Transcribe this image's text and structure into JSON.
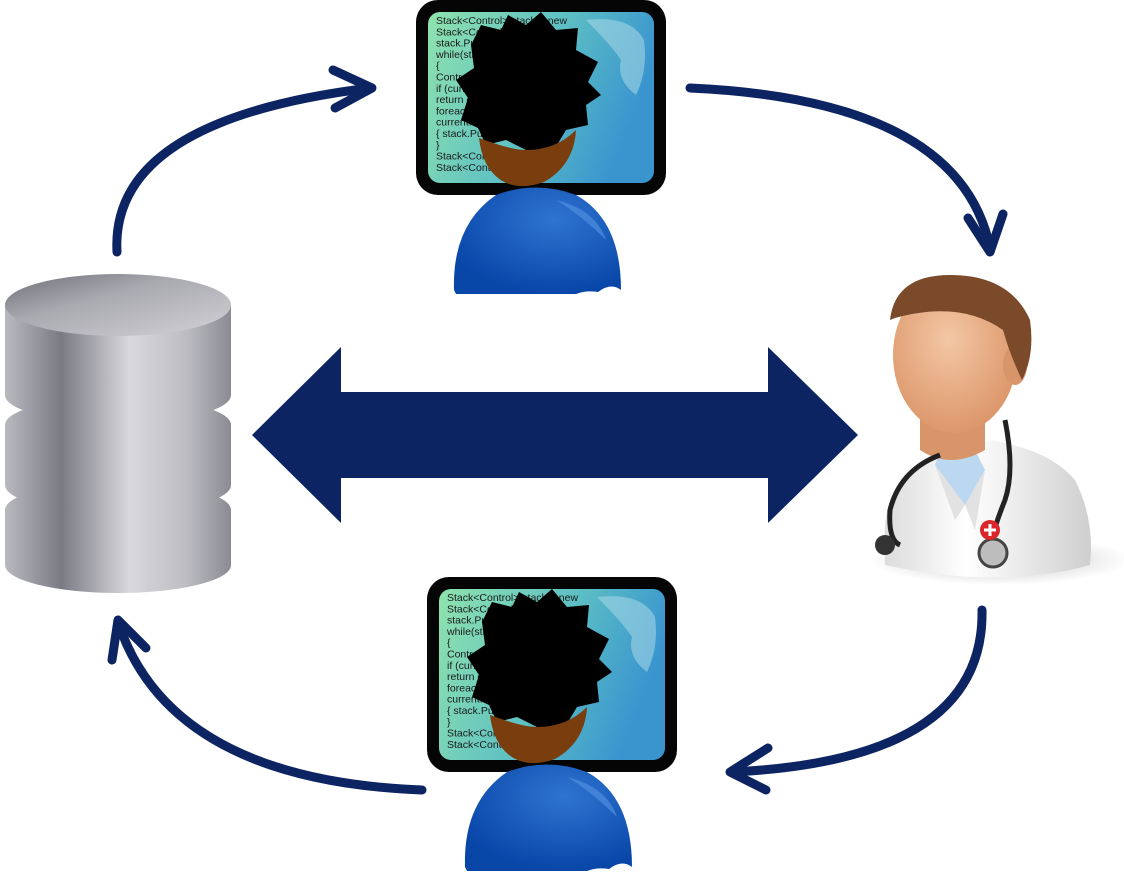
{
  "colors": {
    "arrow": "#0c2462",
    "monitor_frame": "#050505",
    "screen_green": "#86dfa8",
    "screen_blue": "#3f9ad0",
    "shirt": "#0846a8",
    "skin_dev": "#7a3d0d",
    "hair": "#000000",
    "db_light": "#d9d9de",
    "db_dark": "#8c8c94",
    "doctor_skin": "#e7ad84",
    "doctor_hair": "#7a4a2a",
    "coat": "#f4f4f4",
    "shirt_doctor": "#bcd7f0",
    "cross_badge": "#d8262a"
  },
  "icons": {
    "database": "database-icon",
    "developer": "developer-at-computer-icon",
    "doctor": "doctor-icon",
    "exchange": "double-headed-arrow",
    "flow": "curved-arrow"
  },
  "code_lines": [
    "Stack<Control> stack = new",
    "Stack<Control>();",
    "stack.Push(root);",
    "while(stack.Count > 0)",
    "{",
    "Control current = stack.Pop();",
    "if (current.Name == name)",
    "  return current;",
    "foreach(Control child in",
    "current.Controls)",
    "{ stack.Push(child); }",
    "}",
    "Stack<Control> stack = new",
    "Stack<Control>();"
  ]
}
